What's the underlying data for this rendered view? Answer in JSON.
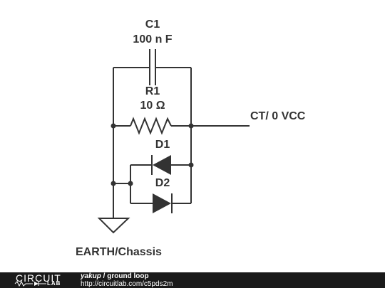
{
  "schematic": {
    "capacitor": {
      "ref": "C1",
      "value": "100 n F"
    },
    "resistor": {
      "ref": "R1",
      "value": "10 Ω"
    },
    "diode_top": {
      "ref": "D1"
    },
    "diode_bottom": {
      "ref": "D2"
    },
    "net_right": "CT/ 0 VCC",
    "ground_label": "EARTH/Chassis"
  },
  "footer": {
    "logo_word1": "CIRCUIT",
    "logo_word2": "LAB",
    "author": "yakup",
    "separator": " / ",
    "title": "ground loop",
    "url": "http://circuitlab.com/c5pds2m"
  },
  "colors": {
    "ink": "#333333",
    "footer_bg": "#1a1a1a",
    "footer_text": "#ffffff"
  }
}
